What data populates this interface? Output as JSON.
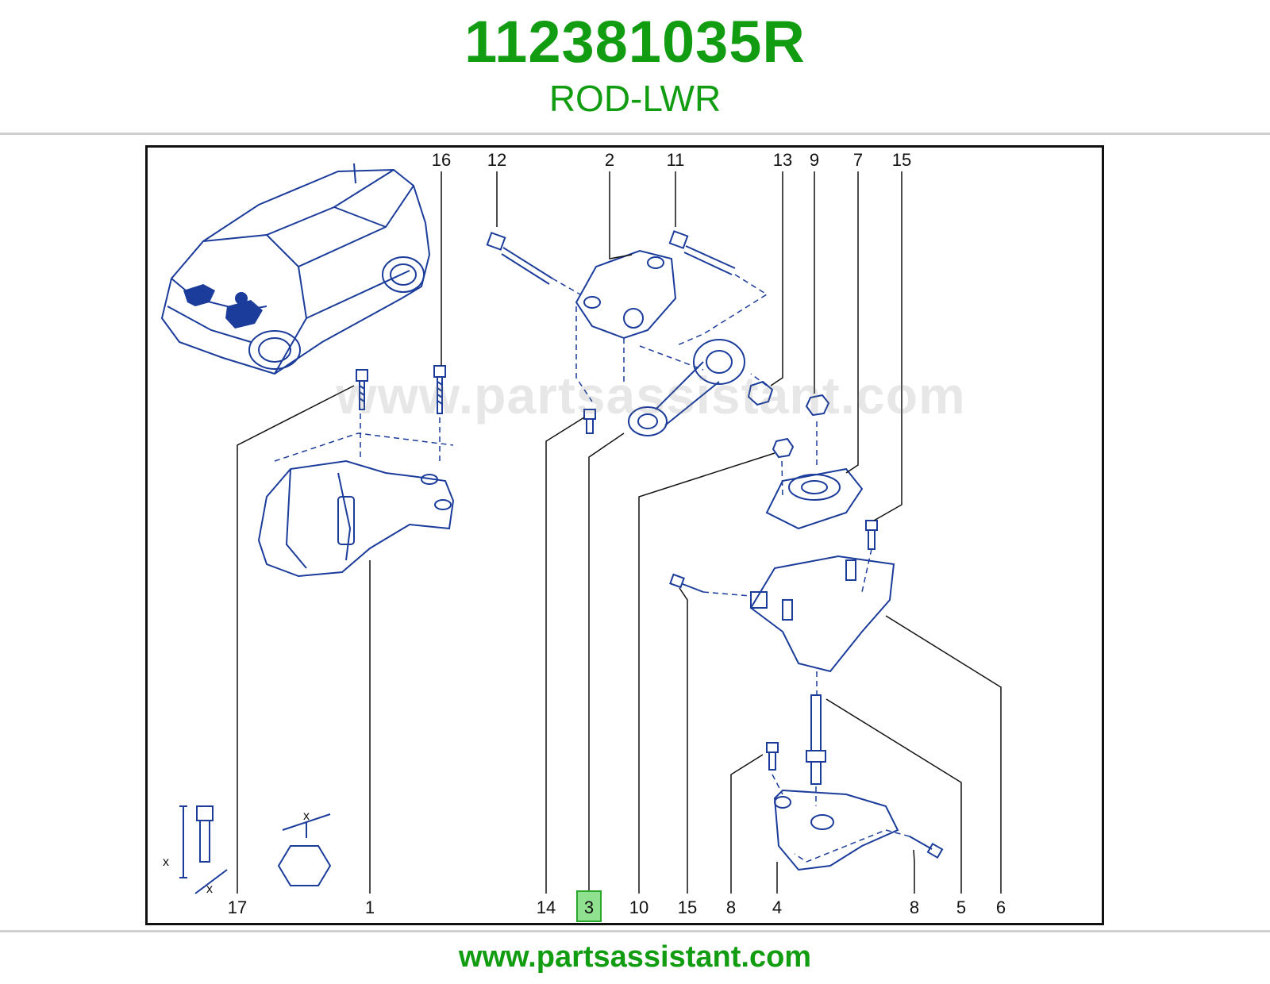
{
  "header": {
    "part_number": "112381035R",
    "part_name": "ROD-LWR"
  },
  "footer": {
    "url": "www.partsassistant.com"
  },
  "watermark": "www.partsassistant.com",
  "colors": {
    "brand_green": "#119c11",
    "line_blue": "#1b3c9a",
    "highlight": "#8fe08f"
  },
  "callouts": {
    "top": [
      {
        "id": "c16",
        "label": "16"
      },
      {
        "id": "c12",
        "label": "12"
      },
      {
        "id": "c2",
        "label": "2"
      },
      {
        "id": "c11",
        "label": "11"
      },
      {
        "id": "c13",
        "label": "13"
      },
      {
        "id": "c9",
        "label": "9"
      },
      {
        "id": "c7",
        "label": "7"
      },
      {
        "id": "c15t",
        "label": "15"
      }
    ],
    "bottom": [
      {
        "id": "c17",
        "label": "17"
      },
      {
        "id": "c1",
        "label": "1"
      },
      {
        "id": "c14",
        "label": "14"
      },
      {
        "id": "c3",
        "label": "3",
        "highlighted": true
      },
      {
        "id": "c10",
        "label": "10"
      },
      {
        "id": "c15b",
        "label": "15"
      },
      {
        "id": "c8a",
        "label": "8"
      },
      {
        "id": "c4",
        "label": "4"
      },
      {
        "id": "c8b",
        "label": "8"
      },
      {
        "id": "c5",
        "label": "5"
      },
      {
        "id": "c6",
        "label": "6"
      }
    ]
  },
  "dimension_symbol": "x"
}
